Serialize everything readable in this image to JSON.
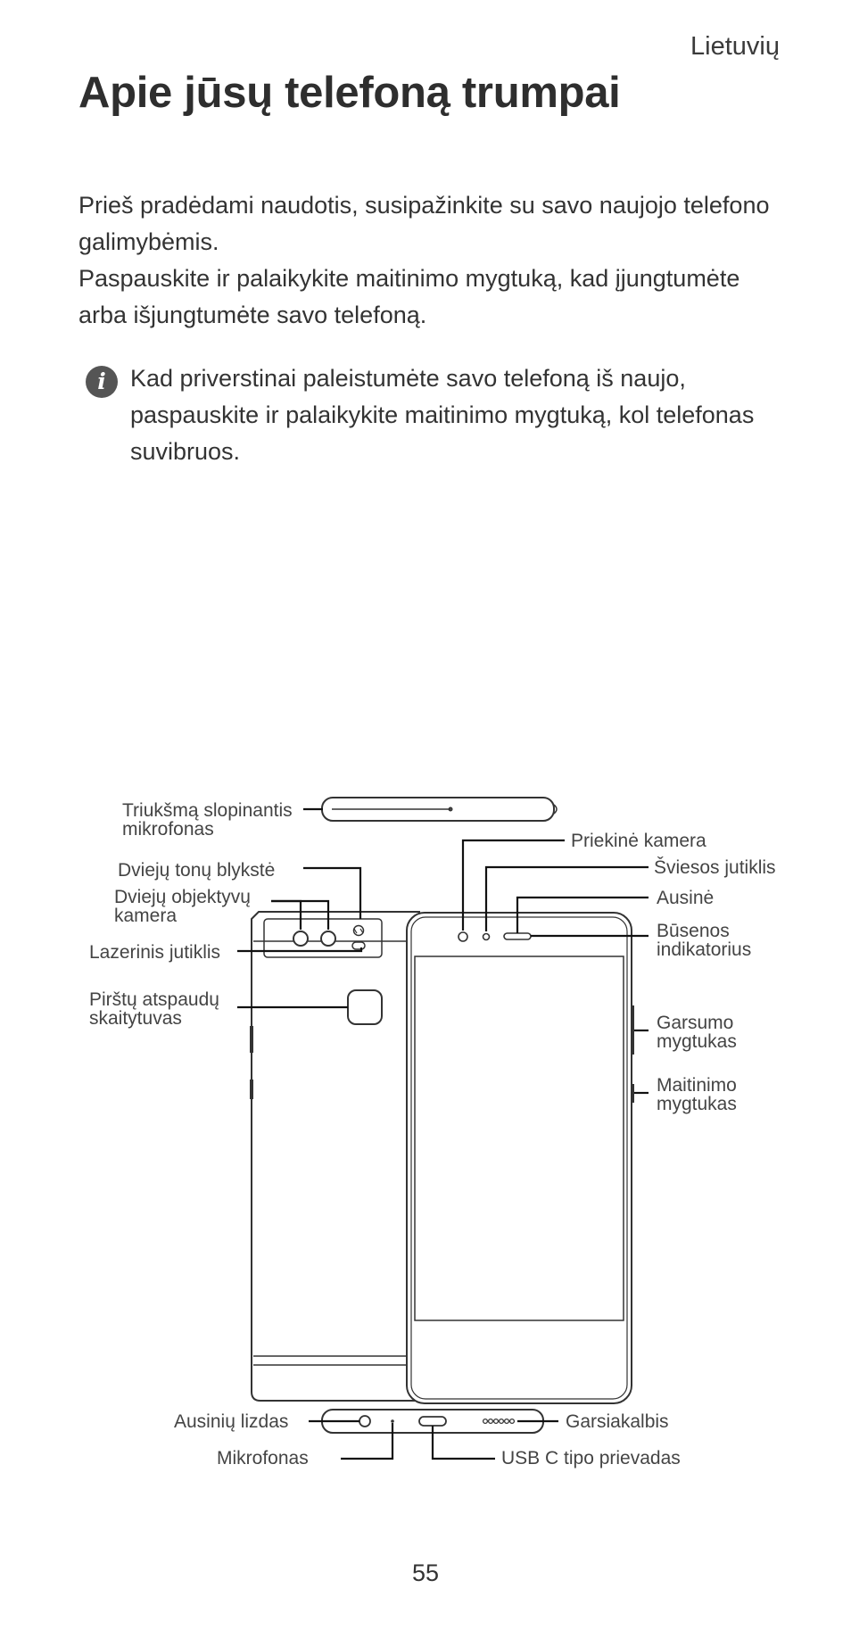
{
  "header": {
    "language": "Lietuvių"
  },
  "title": "Apie jūsų telefoną trumpai",
  "intro": {
    "paragraph1": "Prieš pradėdami naudotis, susipažinkite su savo naujojo telefono galimybėmis.",
    "paragraph2": "Paspauskite ir palaikykite maitinimo mygtuką, kad įjungtumėte arba išjungtumėte savo telefoną."
  },
  "note": {
    "icon": "info-icon",
    "icon_glyph": "i",
    "text": "Kad priverstinai paleistumėte savo telefoną iš naujo, paspauskite ir palaikykite maitinimo mygtuką, kol telefonas suvibruos."
  },
  "diagram": {
    "labels": {
      "noise_mic": "Triukšmą slopinantis\nmikrofonas",
      "dual_flash": "Dviejų tonų blykstė",
      "dual_camera": "Dviejų objektyvų\nkamera",
      "laser_sensor": "Lazerinis jutiklis",
      "fingerprint": "Pirštų atspaudų\nskaitytuvas",
      "front_camera": "Priekinė kamera",
      "light_sensor": "Šviesos jutiklis",
      "earpiece": "Ausinė",
      "status_indicator": "Būsenos\nindikatorius",
      "volume_button": "Garsumo\nmygtukas",
      "power_button": "Maitinimo\nmygtukas",
      "headset_jack": "Ausinių lizdas",
      "microphone": "Mikrofonas",
      "speaker": "Garsiakalbis",
      "usb_port": "USB C tipo prievadas"
    }
  },
  "page_number": "55"
}
